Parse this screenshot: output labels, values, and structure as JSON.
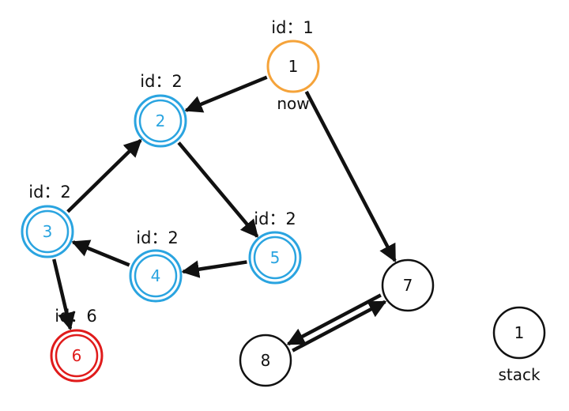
{
  "colors": {
    "orange": "#f5a33a",
    "blue": "#2aa4e0",
    "red": "#e01b1b",
    "black": "#111111"
  },
  "nodes": [
    {
      "id": "n1",
      "label": "1",
      "id_text": "id：1",
      "note": "now",
      "style": "orange"
    },
    {
      "id": "n2",
      "label": "2",
      "id_text": "id：2",
      "style": "blue"
    },
    {
      "id": "n3",
      "label": "3",
      "id_text": "id：2",
      "style": "blue"
    },
    {
      "id": "n4",
      "label": "4",
      "id_text": "id：2",
      "style": "blue"
    },
    {
      "id": "n5",
      "label": "5",
      "id_text": "id：2",
      "style": "blue"
    },
    {
      "id": "n6",
      "label": "6",
      "id_text": "id：6",
      "style": "red"
    },
    {
      "id": "n7",
      "label": "7",
      "style": "black"
    },
    {
      "id": "n8",
      "label": "8",
      "style": "black"
    }
  ],
  "edges": [
    {
      "from": "n1",
      "to": "n2"
    },
    {
      "from": "n1",
      "to": "n7"
    },
    {
      "from": "n2",
      "to": "n5"
    },
    {
      "from": "n5",
      "to": "n4"
    },
    {
      "from": "n4",
      "to": "n3"
    },
    {
      "from": "n3",
      "to": "n2"
    },
    {
      "from": "n3",
      "to": "n6"
    },
    {
      "from": "n7",
      "to": "n8"
    },
    {
      "from": "n8",
      "to": "n7"
    }
  ],
  "stack": {
    "items": [
      "1"
    ],
    "label": "stack"
  }
}
